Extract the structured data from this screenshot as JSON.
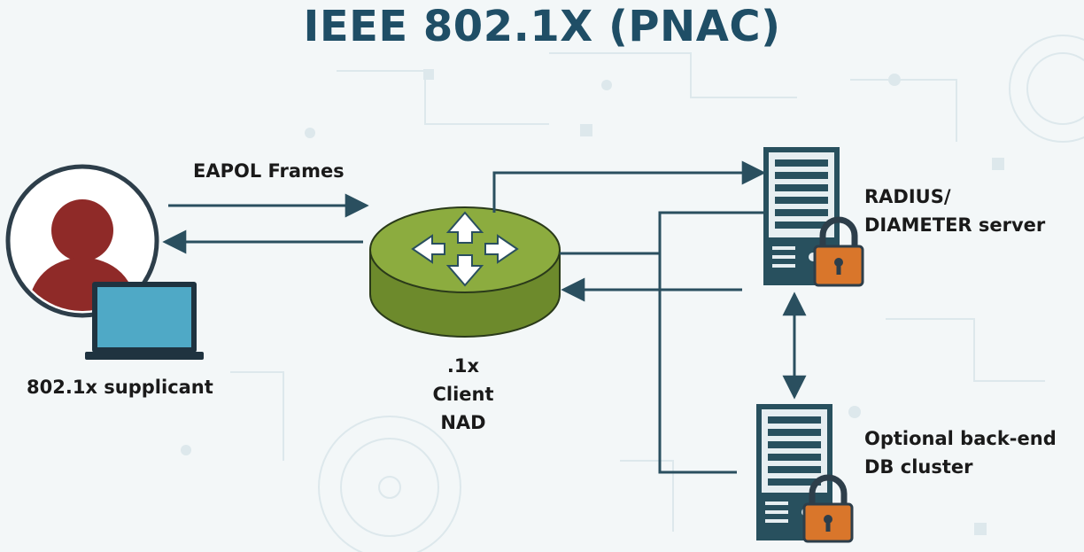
{
  "title": "IEEE 802.1X (PNAC)",
  "labels": {
    "eapol": "EAPOL Frames",
    "supplicant": "802.1x supplicant",
    "nad_line1": ".1x",
    "nad_line2": "Client",
    "nad_line3": "NAD",
    "radius_line1": "RADIUS/",
    "radius_line2": "DIAMETER server",
    "db_line1": "Optional back-end",
    "db_line2": "DB cluster"
  },
  "colors": {
    "title": "#1f4e66",
    "user_head": "#8f2a28",
    "user_ring": "#2d3e4a",
    "laptop_screen": "#4fa9c6",
    "router": "#8cac3f",
    "server_body": "#28505e",
    "lock": "#d9762b"
  },
  "icons": [
    "user-icon",
    "laptop-icon",
    "router-icon",
    "server-icon",
    "lock-icon"
  ]
}
